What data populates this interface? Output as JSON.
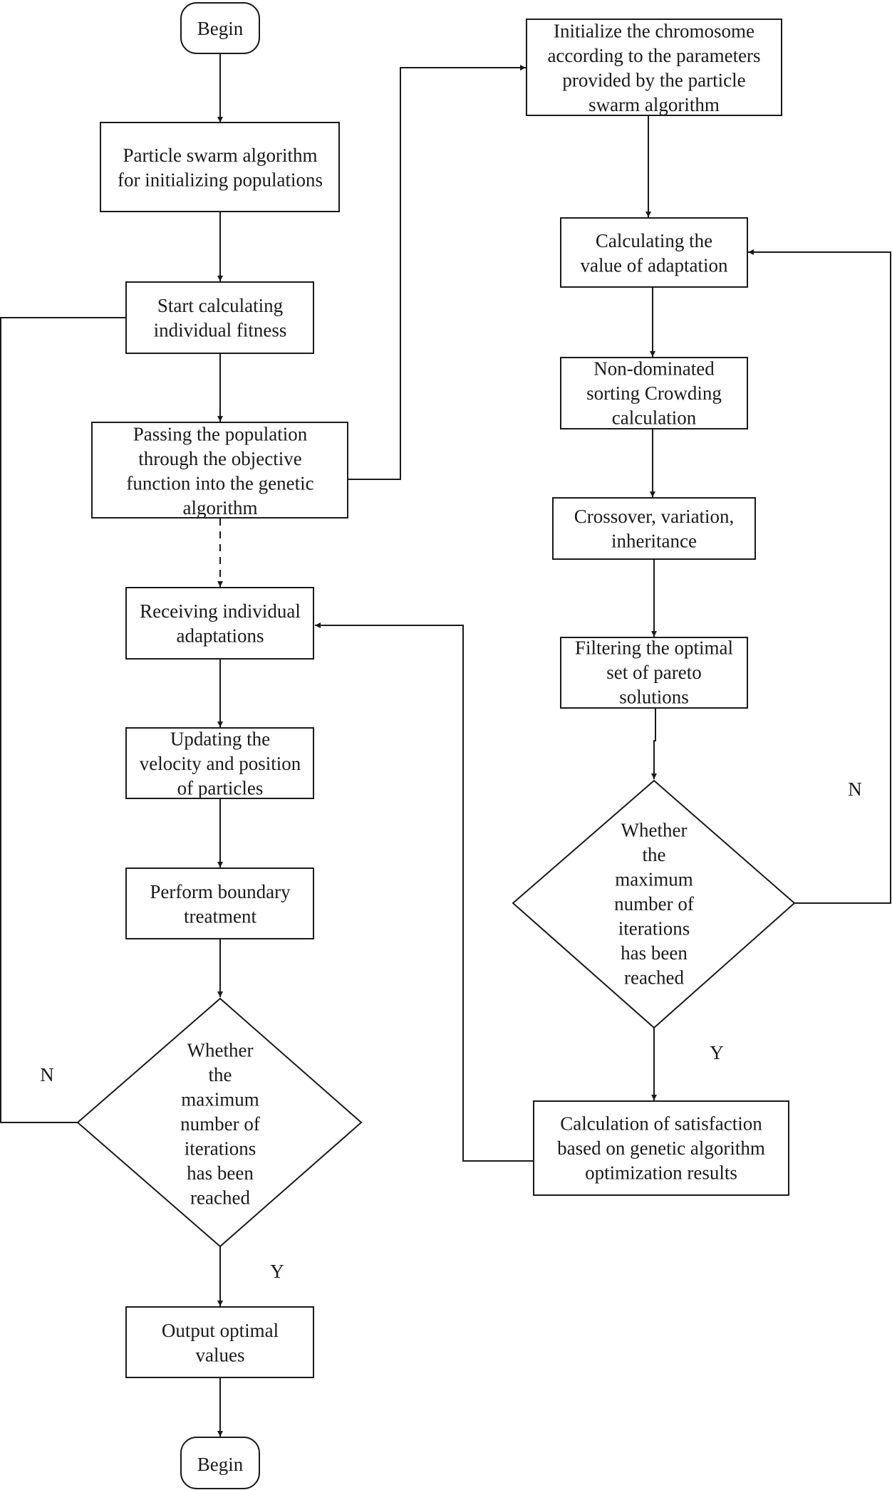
{
  "nodes": {
    "begin_start": {
      "lines": [
        "Begin"
      ]
    },
    "pso_init": {
      "lines": [
        "Particle swarm algorithm",
        "for initializing populations"
      ]
    },
    "start_fitness": {
      "lines": [
        "Start calculating",
        "individual fitness"
      ]
    },
    "pass_population": {
      "lines": [
        "Passing the population",
        "through the objective",
        "function into the genetic",
        "algorithm"
      ]
    },
    "receive_adapt": {
      "lines": [
        "Receiving individual",
        "adaptations"
      ]
    },
    "update_velocity": {
      "lines": [
        "Updating the",
        "velocity and position",
        "of particles"
      ]
    },
    "boundary": {
      "lines": [
        "Perform boundary",
        "treatment"
      ]
    },
    "decision_left": {
      "lines": [
        "Whether",
        "the",
        "maximum",
        "number of",
        "iterations",
        "has been",
        "reached"
      ]
    },
    "output_optimal": {
      "lines": [
        "Output optimal",
        "values"
      ]
    },
    "begin_end": {
      "lines": [
        "Begin"
      ]
    },
    "init_chromosome": {
      "lines": [
        "Initialize the chromosome",
        "according to the parameters",
        "provided by the particle",
        "swarm algorithm"
      ]
    },
    "calc_adaptation": {
      "lines": [
        "Calculating the",
        "value of adaptation"
      ]
    },
    "nondominated": {
      "lines": [
        "Non-dominated",
        "sorting Crowding",
        "calculation"
      ]
    },
    "crossover": {
      "lines": [
        "Crossover, variation,",
        "inheritance"
      ]
    },
    "filter_pareto": {
      "lines": [
        "Filtering the optimal",
        "set of pareto",
        "solutions"
      ]
    },
    "decision_right": {
      "lines": [
        "Whether",
        "the",
        "maximum",
        "number of",
        "iterations",
        "has been",
        "reached"
      ]
    },
    "satisfaction": {
      "lines": [
        "Calculation of satisfaction",
        "based on genetic algorithm",
        "optimization results"
      ]
    }
  },
  "labels": {
    "left_no": "N",
    "left_yes": "Y",
    "right_no": "N",
    "right_yes": "Y"
  }
}
